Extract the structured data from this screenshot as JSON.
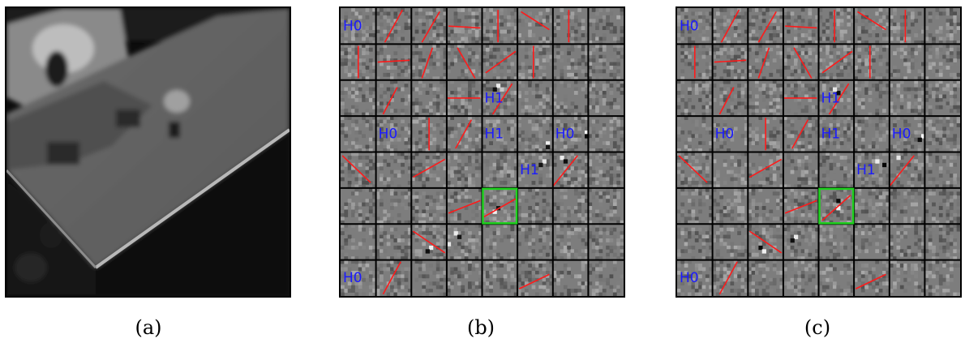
{
  "figure": {
    "panels": [
      {
        "id": "a",
        "caption": "(a)",
        "kind": "grayscale-patch"
      },
      {
        "id": "b",
        "caption": "(b)",
        "kind": "tile-grid",
        "grid": {
          "rows": 8,
          "cols": 8
        },
        "labels": [
          {
            "text": "H0",
            "row": 0,
            "col": 0
          },
          {
            "text": "H1",
            "row": 2,
            "col": 4
          },
          {
            "text": "H0",
            "row": 3,
            "col": 1
          },
          {
            "text": "H1",
            "row": 3,
            "col": 4
          },
          {
            "text": "H0",
            "row": 3,
            "col": 6
          },
          {
            "text": "H1",
            "row": 4,
            "col": 5
          },
          {
            "text": "H0",
            "row": 7,
            "col": 0
          }
        ],
        "highlight": {
          "row": 5,
          "col": 4,
          "color": "#1fd21f"
        }
      },
      {
        "id": "c",
        "caption": "(c)",
        "kind": "tile-grid",
        "grid": {
          "rows": 8,
          "cols": 8
        },
        "labels": [
          {
            "text": "H0",
            "row": 0,
            "col": 0
          },
          {
            "text": "H1",
            "row": 2,
            "col": 4
          },
          {
            "text": "H0",
            "row": 3,
            "col": 1
          },
          {
            "text": "H1",
            "row": 3,
            "col": 4
          },
          {
            "text": "H0",
            "row": 3,
            "col": 6
          },
          {
            "text": "H1",
            "row": 4,
            "col": 5
          },
          {
            "text": "H0",
            "row": 7,
            "col": 0
          }
        ],
        "highlight": {
          "row": 5,
          "col": 4,
          "color": "#1fd21f"
        }
      }
    ],
    "colors": {
      "segment": "#ff1a1a",
      "label": "#1a1aff",
      "grid": "#000000",
      "tile": "#7d7d7d"
    }
  }
}
